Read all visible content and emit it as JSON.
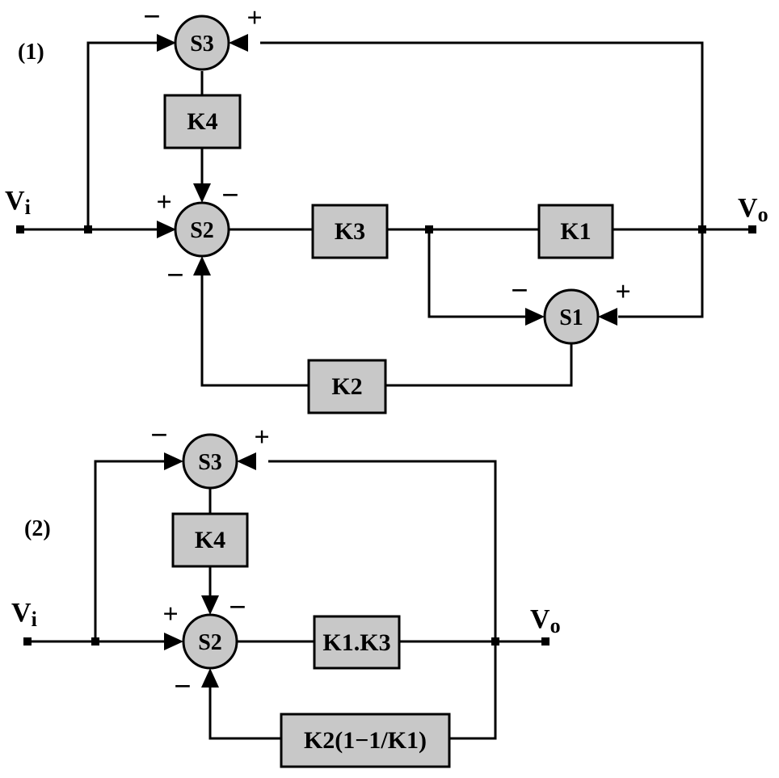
{
  "diagram1": {
    "label": "(1)",
    "input": "V",
    "input_sub": "i",
    "output": "V",
    "output_sub": "o",
    "blocks": {
      "k4": "K4",
      "k3": "K3",
      "k1": "K1",
      "k2": "K2"
    },
    "sums": {
      "s1": "S1",
      "s2": "S2",
      "s3": "S3"
    },
    "signs": {
      "s3_left": "−",
      "s3_right": "+",
      "s2_left": "+",
      "s2_top": "−",
      "s2_bottom": "−",
      "s1_left": "−",
      "s1_right": "+"
    }
  },
  "diagram2": {
    "label": "(2)",
    "input": "V",
    "input_sub": "i",
    "output": "V",
    "output_sub": "o",
    "blocks": {
      "k4": "K4",
      "k13": "K1.K3",
      "k2": "K2(1−1/K1)"
    },
    "sums": {
      "s2": "S2",
      "s3": "S3"
    },
    "signs": {
      "s3_left": "−",
      "s3_right": "+",
      "s2_left": "+",
      "s2_top": "−",
      "s2_bottom": "−"
    }
  }
}
